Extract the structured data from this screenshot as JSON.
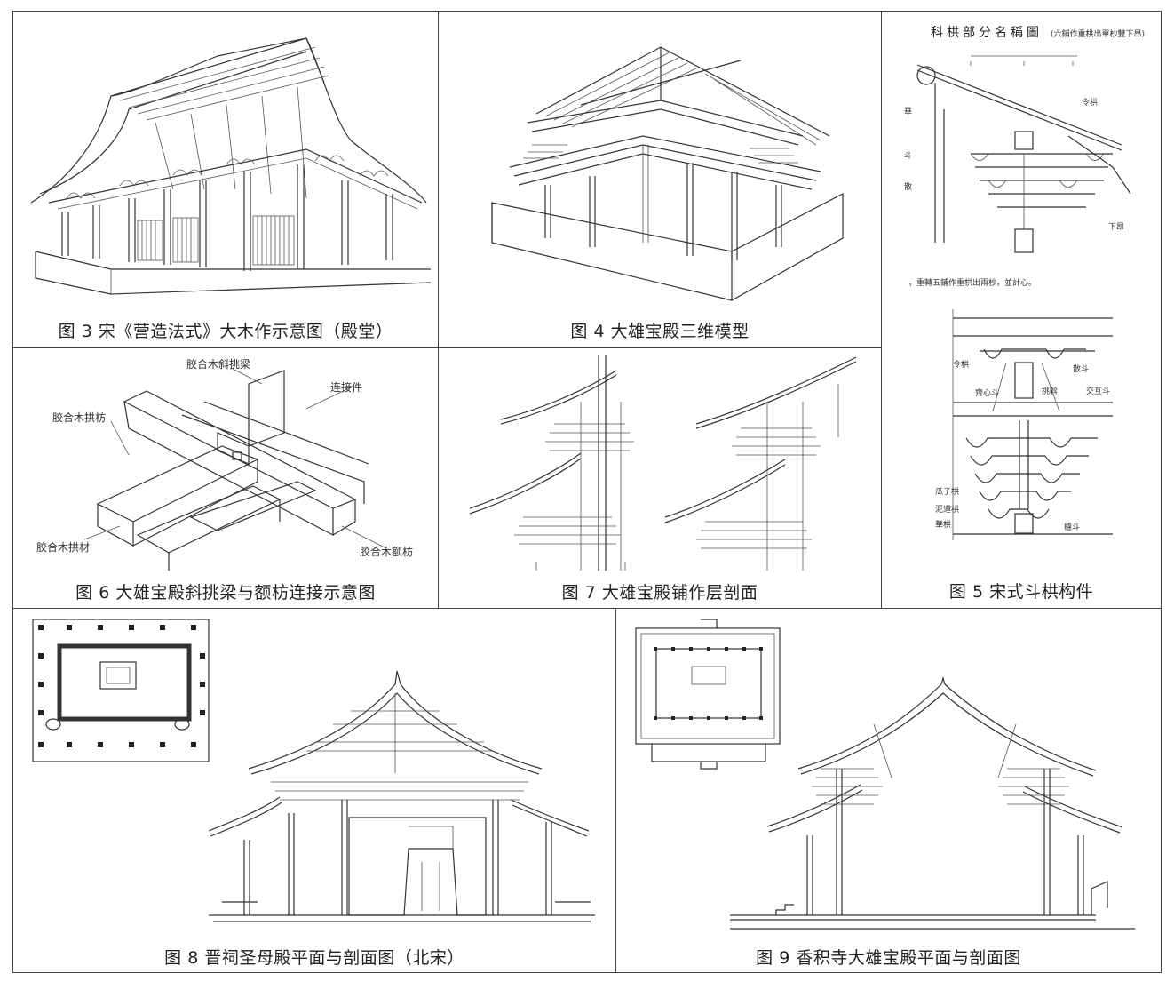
{
  "captions": {
    "fig3": "图 3 宋《营造法式》大木作示意图（殿堂）",
    "fig4": "图 4 大雄宝殿三维模型",
    "fig5": "图 5 宋式斗栱构件",
    "fig6": "图 6 大雄宝殿斜挑梁与额枋连接示意图",
    "fig7": "图 7 大雄宝殿铺作层剖面",
    "fig8": "图 8 晋祠圣母殿平面与剖面图（北宋）",
    "fig9": "图 9 香积寺大雄宝殿平面与剖面图"
  },
  "fig6_labels": {
    "top": "胶合木斜挑梁",
    "connector": "连接件",
    "left": "胶合木拱枋",
    "bottom_left": "胶合木拱材",
    "bottom_right": "胶合木额枋"
  },
  "fig5_texts": {
    "title": "科栱部分名稱圖",
    "subtitle": "(六鋪作重栱出單杪雙下昂)",
    "note": "，重轉五鋪作重栱出兩杪，並計心。",
    "label_linggong": "令栱",
    "label_sandou": "散斗",
    "label_jiaohu": "交互斗",
    "label_qixin": "齊心斗",
    "label_tiaowo": "挑斡",
    "label_guazi": "瓜子栱",
    "label_niandao": "泥道栱",
    "label_huagong": "華栱",
    "label_ludou": "櫨斗"
  }
}
